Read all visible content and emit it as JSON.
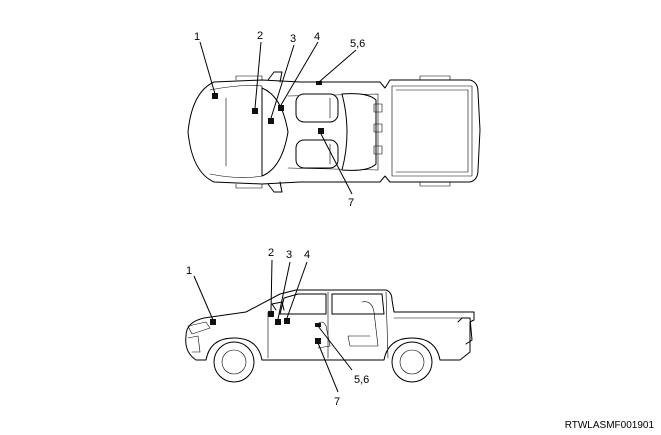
{
  "figure_code": "RTWLASMF001901",
  "top_view": {
    "callouts": [
      {
        "label": "1"
      },
      {
        "label": "2"
      },
      {
        "label": "3"
      },
      {
        "label": "4"
      },
      {
        "label": "5,6"
      },
      {
        "label": "7"
      }
    ]
  },
  "side_view": {
    "callouts": [
      {
        "label": "1"
      },
      {
        "label": "2"
      },
      {
        "label": "3"
      },
      {
        "label": "4"
      },
      {
        "label": "5,6"
      },
      {
        "label": "7"
      }
    ]
  }
}
